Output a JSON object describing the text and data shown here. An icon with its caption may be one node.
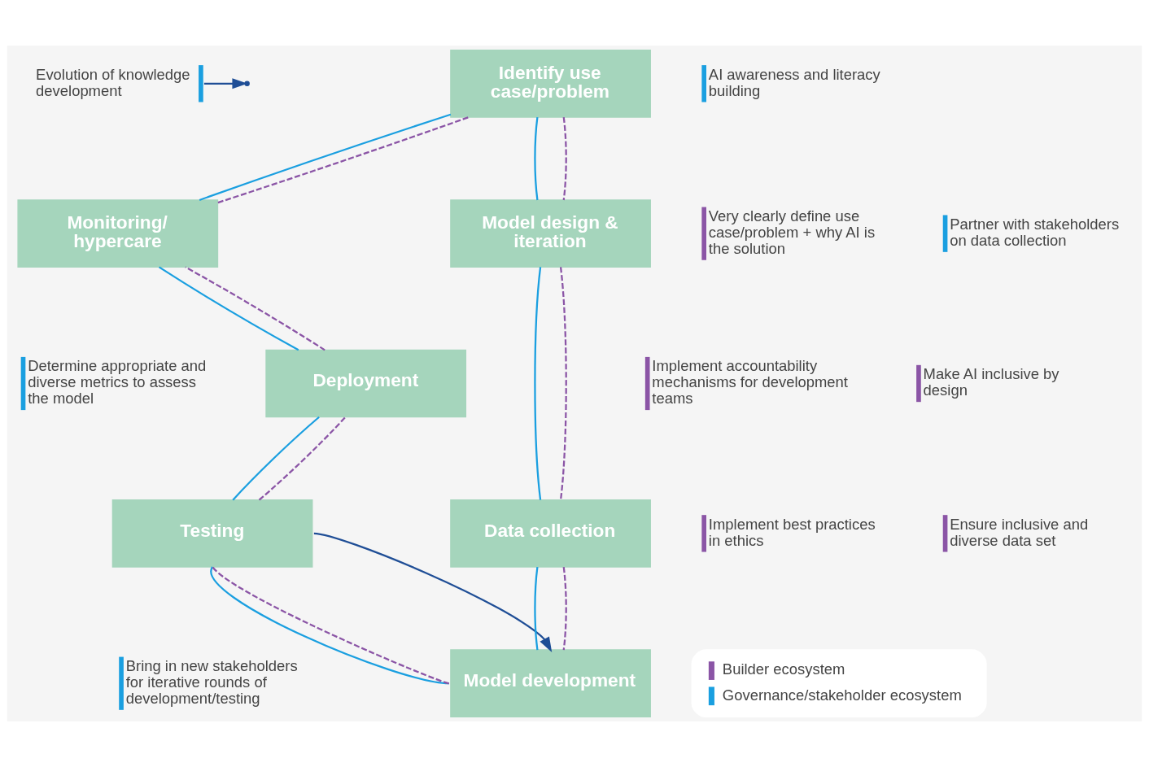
{
  "diagram": {
    "nodes": [
      {
        "text": [
          "Identify use case/problem"
        ]
      },
      {
        "text": [
          "Evolution of knowledge development"
        ]
      },
      {
        "text": [
          "Monitoring/ hypercare"
        ]
      },
      {
        "text": [
          "Deployment"
        ]
      },
      {
        "text": [
          "Model design & iteration"
        ]
      },
      {
        "text": [
          "Testing"
        ]
      },
      {
        "text": [
          "Data collection"
        ]
      },
      {
        "text": [
          "Model development"
        ]
      }
    ],
    "edges": [
      {
        "from": 0,
        "to": 4,
        "arrow": "none",
        "color": "#1a9fe0"
      },
      {
        "from": 0,
        "to": 4,
        "arrow": "none",
        "style": "dashed",
        "color": "#8b55a6"
      },
      {
        "from": 4,
        "to": 6,
        "arrow": "none",
        "color": "#1a9fe0"
      },
      {
        "from": 4,
        "to": 6,
        "arrow": "none",
        "style": "dashed",
        "color": "#8b55a6"
      },
      {
        "from": 6,
        "to": 7,
        "arrow": "none",
        "color": "#1a9fe0"
      },
      {
        "from": 6,
        "to": 7,
        "arrow": "none",
        "style": "dashed",
        "color": "#8b55a6"
      },
      {
        "from": 7,
        "to": 5,
        "arrow": "none",
        "color": "#1a9fe0"
      },
      {
        "from": 7,
        "to": 5,
        "arrow": "none",
        "style": "dashed",
        "color": "#8b55a6"
      },
      {
        "from": 5,
        "to": 3,
        "arrow": "none",
        "color": "#1a9fe0"
      },
      {
        "from": 5,
        "to": 3,
        "arrow": "none",
        "style": "dashed",
        "color": "#8b55a6"
      },
      {
        "from": 3,
        "to": 2,
        "arrow": "none",
        "color": "#1a9fe0"
      },
      {
        "from": 3,
        "to": 2,
        "arrow": "none",
        "style": "dashed",
        "color": "#8b55a6"
      },
      {
        "from": 2,
        "to": 0,
        "arrow": "none",
        "color": "#1a9fe0"
      },
      {
        "from": 2,
        "to": 0,
        "arrow": "none",
        "style": "dashed",
        "color": "#8b55a6"
      },
      {
        "from": 1,
        "to": null,
        "arrow": "to",
        "color": "#1f4e96"
      },
      {
        "from": 5,
        "to": 7,
        "arrow": "to",
        "color": "#1f4e96"
      }
    ],
    "labels": [
      "AI awareness and literacy building",
      "Very clearly define use case/problem + why AI is the solution",
      "Implement accountability mechanisms for development teams",
      "Make AI inclusive by design",
      "Partner with stakeholders on data collection",
      "Determine appropriate and diverse metrics to assess the model",
      "Implement best practices in ethics",
      "Ensure inclusive and diverse data set",
      "Bring in new stakeholders for iterative rounds of development/testing"
    ],
    "legend": [
      {
        "text": "Builder ecosystem",
        "color": "#8b55a6"
      },
      {
        "text": "Governance/stakeholder ecosystem",
        "color": "#1a9fe0"
      }
    ]
  }
}
